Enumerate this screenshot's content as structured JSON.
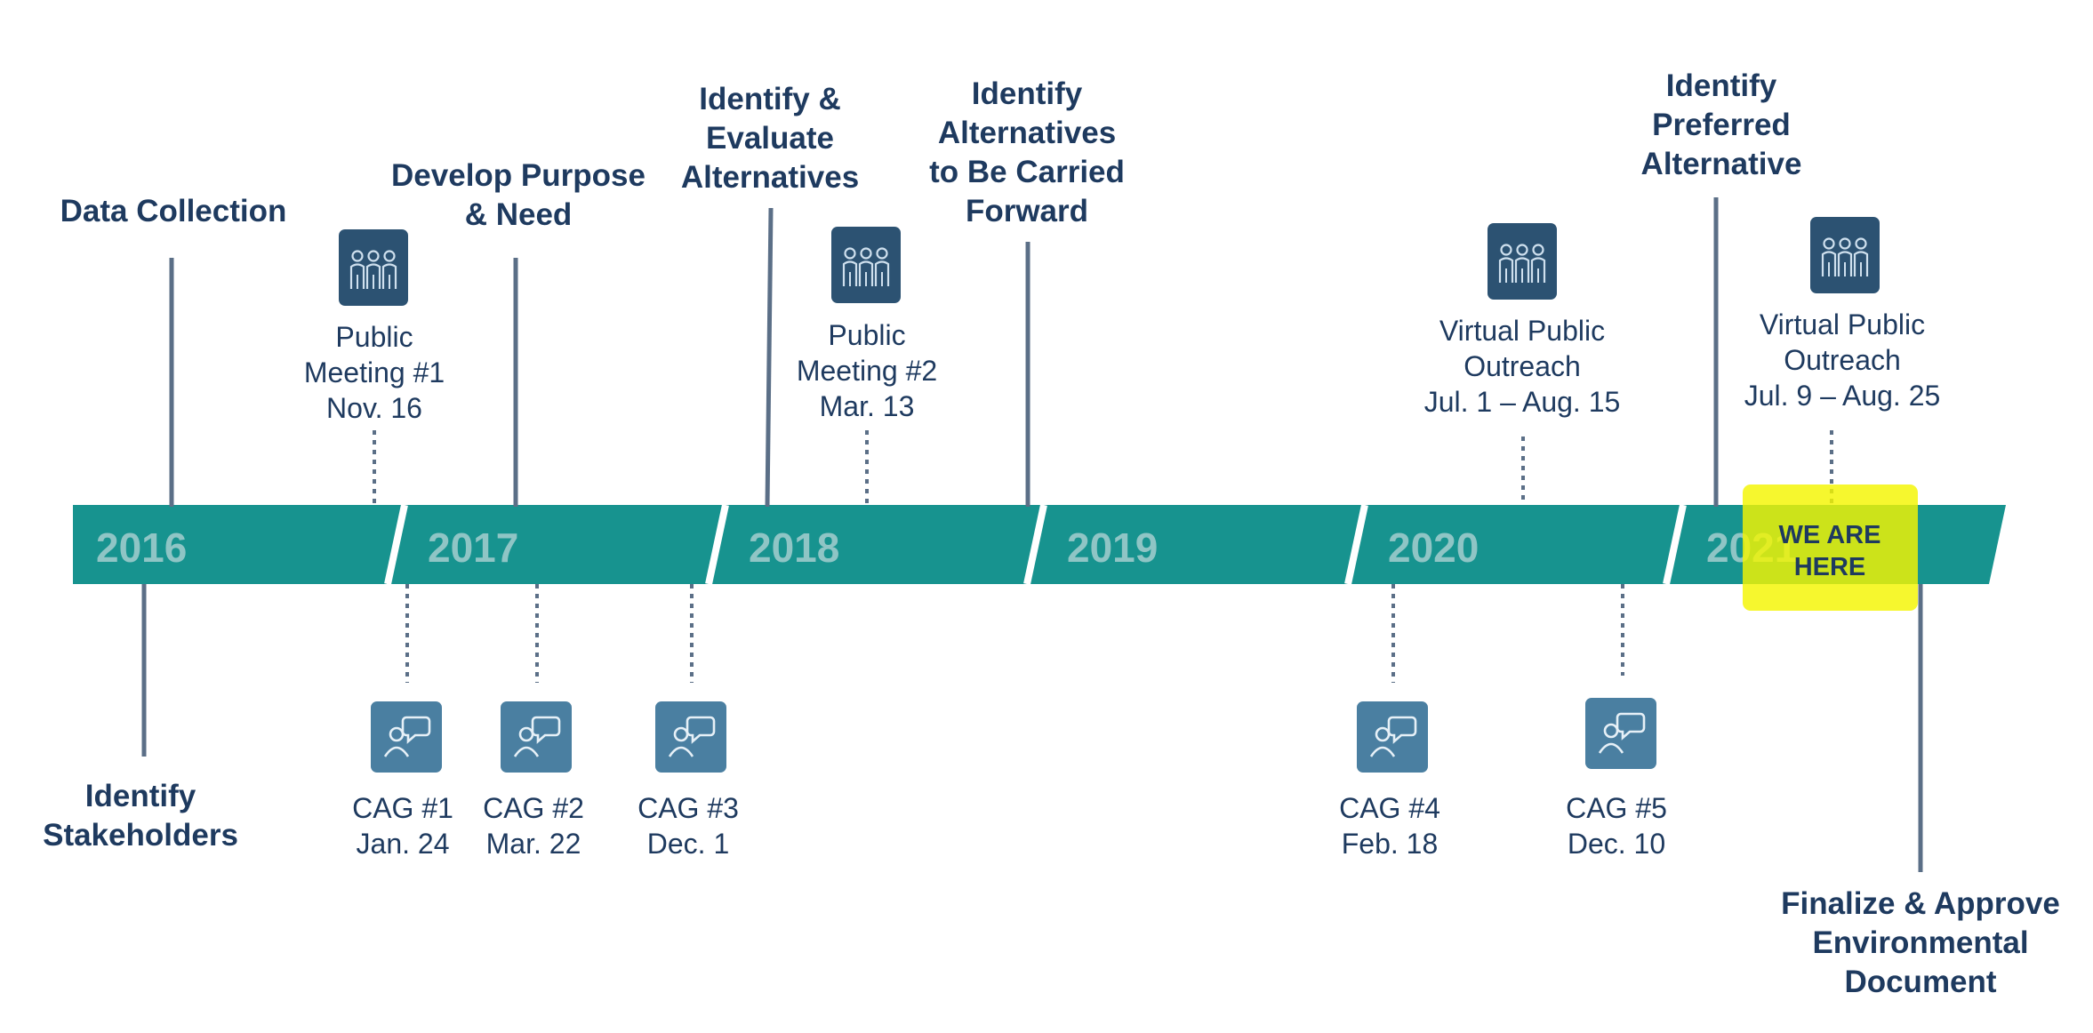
{
  "timeline": {
    "years": [
      "2016",
      "2017",
      "2018",
      "2019",
      "2020",
      "2021"
    ],
    "band_color": "#17938f",
    "year_label_color": "#8fc5c5",
    "stem_color": "#5b6f87",
    "marker_label": [
      "WE ARE",
      "HERE"
    ],
    "marker_color": "#f4f500"
  },
  "milestones_top": [
    {
      "lines": [
        "Data Collection"
      ]
    },
    {
      "lines": [
        "Develop Purpose",
        "& Need"
      ]
    },
    {
      "lines": [
        "Identify &",
        "Evaluate",
        "Alternatives"
      ]
    },
    {
      "lines": [
        "Identify",
        "Alternatives",
        "to Be Carried",
        "Forward"
      ]
    },
    {
      "lines": [
        "Identify",
        "Preferred",
        "Alternative"
      ]
    }
  ],
  "milestones_bottom": [
    {
      "lines": [
        "Identify",
        "Stakeholders"
      ]
    },
    {
      "lines": [
        "Finalize & Approve",
        "Environmental",
        "Document"
      ]
    }
  ],
  "public_meetings": [
    {
      "icon": "people-group-icon",
      "lines": [
        "Public",
        "Meeting #1",
        "Nov. 16"
      ]
    },
    {
      "icon": "people-group-icon",
      "lines": [
        "Public",
        "Meeting #2",
        "Mar. 13"
      ]
    },
    {
      "icon": "people-group-icon",
      "lines": [
        "Virtual Public",
        "Outreach",
        "Jul. 1 – Aug. 15"
      ]
    },
    {
      "icon": "people-group-icon",
      "lines": [
        "Virtual Public",
        "Outreach",
        "Jul. 9 – Aug. 25"
      ]
    }
  ],
  "cag_meetings": [
    {
      "icon": "speech-person-icon",
      "lines": [
        "CAG #1",
        "Jan. 24"
      ]
    },
    {
      "icon": "speech-person-icon",
      "lines": [
        "CAG #2",
        "Mar. 22"
      ]
    },
    {
      "icon": "speech-person-icon",
      "lines": [
        "CAG #3",
        "Dec. 1"
      ]
    },
    {
      "icon": "speech-person-icon",
      "lines": [
        "CAG #4",
        "Feb. 18"
      ]
    },
    {
      "icon": "speech-person-icon",
      "lines": [
        "CAG #5",
        "Dec. 10"
      ]
    }
  ]
}
